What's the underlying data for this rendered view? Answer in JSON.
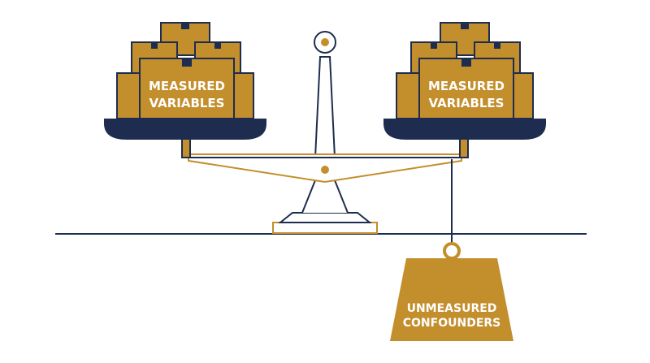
{
  "colors": {
    "navy": "#1e2d4f",
    "gold": "#c38e2c",
    "white": "#ffffff"
  },
  "icons": {
    "boxes": "stacked-boxes-icon",
    "weight": "weight-icon",
    "scale": "balance-scale-icon"
  },
  "left_pan": {
    "label_line1": "MEASURED",
    "label_line2": "VARIABLES"
  },
  "right_pan": {
    "label_line1": "MEASURED",
    "label_line2": "VARIABLES"
  },
  "weight": {
    "label_line1": "UNMEASURED",
    "label_line2": "CONFOUNDERS"
  }
}
